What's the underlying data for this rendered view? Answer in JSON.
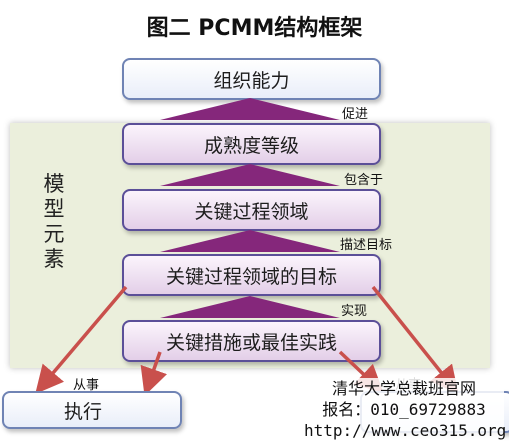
{
  "title": "图二 PCMM结构框架",
  "model_label": [
    "模",
    "型",
    "元",
    "素"
  ],
  "boxes": {
    "capability": "组织能力",
    "maturity": "成熟度等级",
    "kpa": "关键过程领域",
    "goals": "关键过程领域的目标",
    "practices": "关键措施或最佳实践",
    "execute": "执行"
  },
  "relations": {
    "promote": "促进",
    "contain": "包含于",
    "describe": "描述目标",
    "implement": "实现",
    "engage_left": "从事",
    "engage_right": "从事"
  },
  "watermark": {
    "line1": "清华大学总裁班官网",
    "line2": "报名：010_69729883",
    "line3": "http://www.ceo315.org"
  },
  "colors": {
    "triangle": "#85277b",
    "arrow": "#c9504c",
    "model_area": "#ebefdc"
  }
}
